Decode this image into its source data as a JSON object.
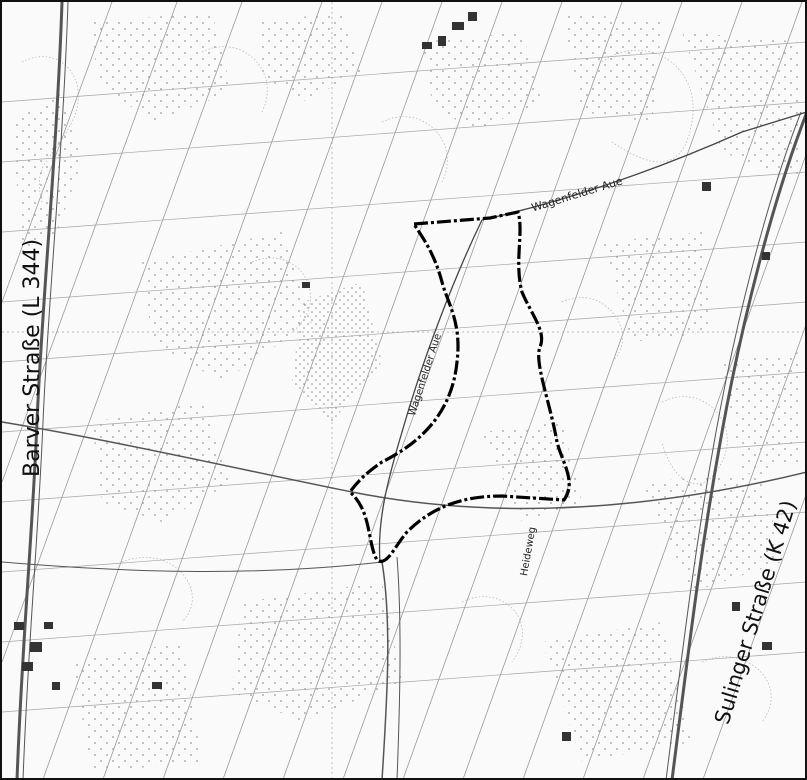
{
  "map": {
    "labels": {
      "barver": "Barver Straße (L 344)",
      "sulinger": "Sulinger Straße (K 42)",
      "wagenfelder_top": "Wagenfelder Aue",
      "wagenfelder_inner": "Wagenfelder Aue",
      "heideweg": "Heideweg"
    },
    "colors": {
      "background": "#fafafa",
      "roads": "#555555",
      "boundary": "#000000",
      "stipple": "#9a9a9a",
      "settlement": "#333333"
    },
    "legend": null
  }
}
